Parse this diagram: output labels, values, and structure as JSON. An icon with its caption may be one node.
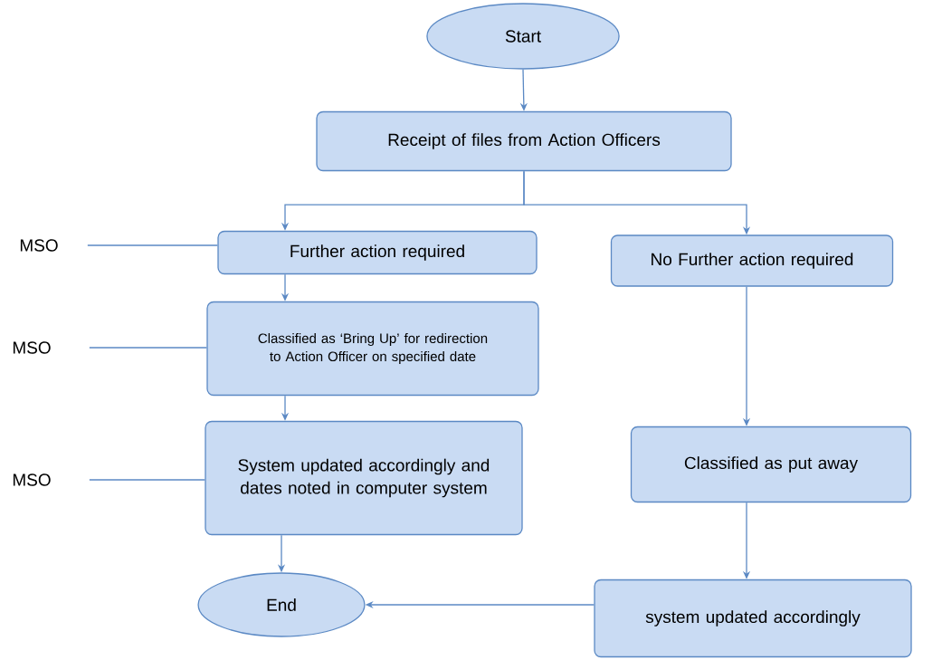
{
  "diagram": {
    "nodes": [
      {
        "text": [
          "Start"
        ]
      },
      {
        "text": [
          "Receipt of files from Action Officers"
        ]
      },
      {
        "text": [
          "MSO"
        ]
      },
      {
        "text": [
          "Further action required"
        ]
      },
      {
        "text": [
          "No Further action required"
        ]
      },
      {
        "text": [
          "MSO"
        ]
      },
      {
        "text": [
          "Classified as ‘Bring Up’ for redirection to Action Officer on specified date"
        ]
      },
      {
        "text": [
          "MSO"
        ]
      },
      {
        "text": [
          "System updated accordingly and dates noted in computer system"
        ]
      },
      {
        "text": [
          "Classified as put away"
        ]
      },
      {
        "text": [
          "End"
        ]
      },
      {
        "text": [
          "system updated accordingly"
        ]
      }
    ],
    "edges": [
      {
        "from": 0,
        "to": 1,
        "arrow": "to"
      },
      {
        "from": 1,
        "to": 3,
        "arrow": "to"
      },
      {
        "from": 1,
        "to": 4,
        "arrow": "to"
      },
      {
        "from": 2,
        "to": 3,
        "arrow": "none"
      },
      {
        "from": 3,
        "to": 6,
        "arrow": "to"
      },
      {
        "from": 5,
        "to": 6,
        "arrow": "none"
      },
      {
        "from": 6,
        "to": 8,
        "arrow": "to"
      },
      {
        "from": 7,
        "to": 8,
        "arrow": "none"
      },
      {
        "from": 8,
        "to": 10,
        "arrow": "to"
      },
      {
        "from": 4,
        "to": 9,
        "arrow": "to"
      },
      {
        "from": 9,
        "to": 11,
        "arrow": "to"
      },
      {
        "from": 11,
        "to": 10,
        "arrow": "to"
      }
    ]
  }
}
